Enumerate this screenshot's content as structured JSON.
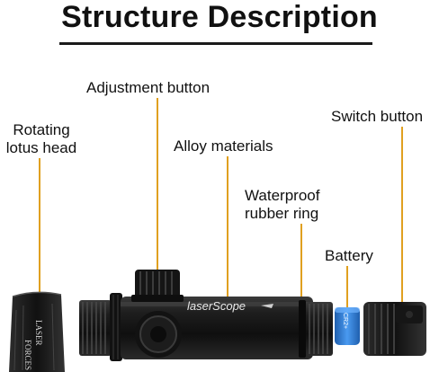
{
  "title": "Structure Description",
  "labels": {
    "adjustment_button": "Adjustment button",
    "rotating_lotus_head_line1": "Rotating",
    "rotating_lotus_head_line2": "lotus head",
    "alloy_materials": "Alloy materials",
    "switch_button": "Switch button",
    "waterproof_line1": "Waterproof",
    "waterproof_line2": "rubber ring",
    "battery": "Battery"
  },
  "device_text": {
    "head_text_1": "LASER",
    "head_text_2": "FORCES",
    "brand": "laserScope",
    "battery_text": "CR2+"
  },
  "colors": {
    "leader_line": "#e0a020",
    "body": "#1c1c1c",
    "battery": "#2f7fd6"
  }
}
